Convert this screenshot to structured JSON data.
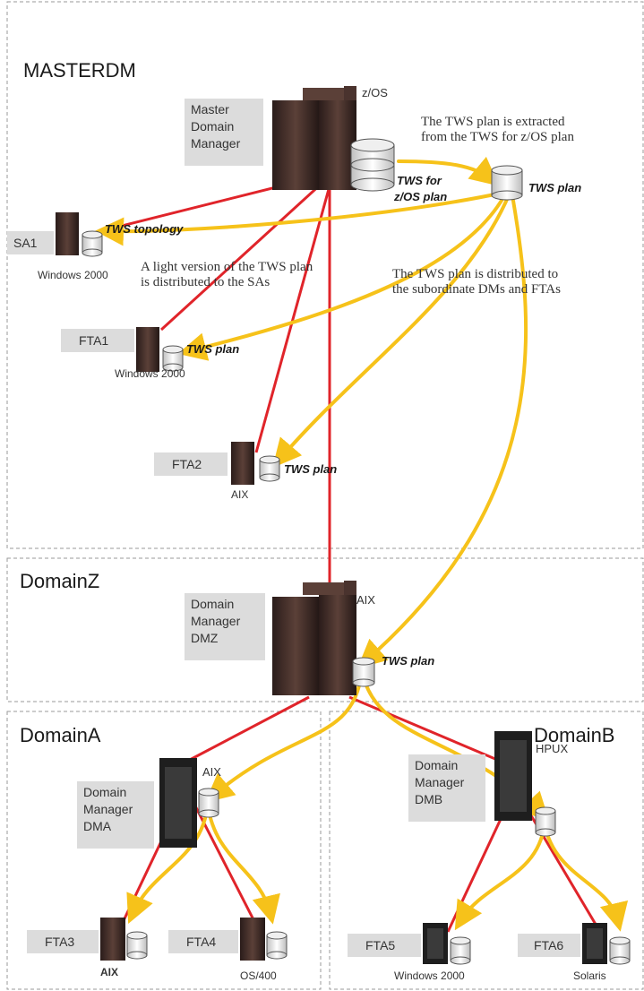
{
  "domains": {
    "master": "MASTERDM",
    "z": "DomainZ",
    "a": "DomainA",
    "b": "DomainB"
  },
  "master": {
    "box_l1": "Master",
    "box_l2": "Domain",
    "box_l3": "Manager",
    "os": "z/OS",
    "db_label_l1": "TWS for",
    "db_label_l2": "z/OS plan",
    "plan_label": "TWS plan",
    "note1_l1": "The TWS plan is extracted",
    "note1_l2": "from the TWS for z/OS plan",
    "note2_l1": "A light version of the TWS plan",
    "note2_l2": "is distributed to the SAs",
    "note3_l1": "The TWS plan is  distributed to",
    "note3_l2": "the subordinate DMs and FTAs",
    "topology_label": "TWS topology"
  },
  "sa1": {
    "name": "SA1",
    "os": "Windows 2000"
  },
  "fta1": {
    "name": "FTA1",
    "os": "Windows 2000",
    "plan": "TWS plan"
  },
  "fta2": {
    "name": "FTA2",
    "os": "AIX",
    "plan": "TWS plan"
  },
  "dmz": {
    "l1": "Domain",
    "l2": "Manager",
    "l3": "DMZ",
    "os": "AIX",
    "plan": "TWS plan"
  },
  "dma": {
    "l1": "Domain",
    "l2": "Manager",
    "l3": "DMA",
    "os": "AIX"
  },
  "dmb": {
    "l1": "Domain",
    "l2": "Manager",
    "l3": "DMB",
    "os": "HPUX"
  },
  "fta3": {
    "name": "FTA3",
    "os": "AIX"
  },
  "fta4": {
    "name": "FTA4",
    "os": "OS/400"
  },
  "fta5": {
    "name": "FTA5",
    "os": "Windows 2000"
  },
  "fta6": {
    "name": "FTA6",
    "os": "Solaris"
  },
  "colors": {
    "red_link": "#e0242a",
    "yellow_flow": "#f6c21a",
    "server_dark": "#3a2a26",
    "label_box": "#dcdcdc",
    "border": "#9a9a9a"
  }
}
